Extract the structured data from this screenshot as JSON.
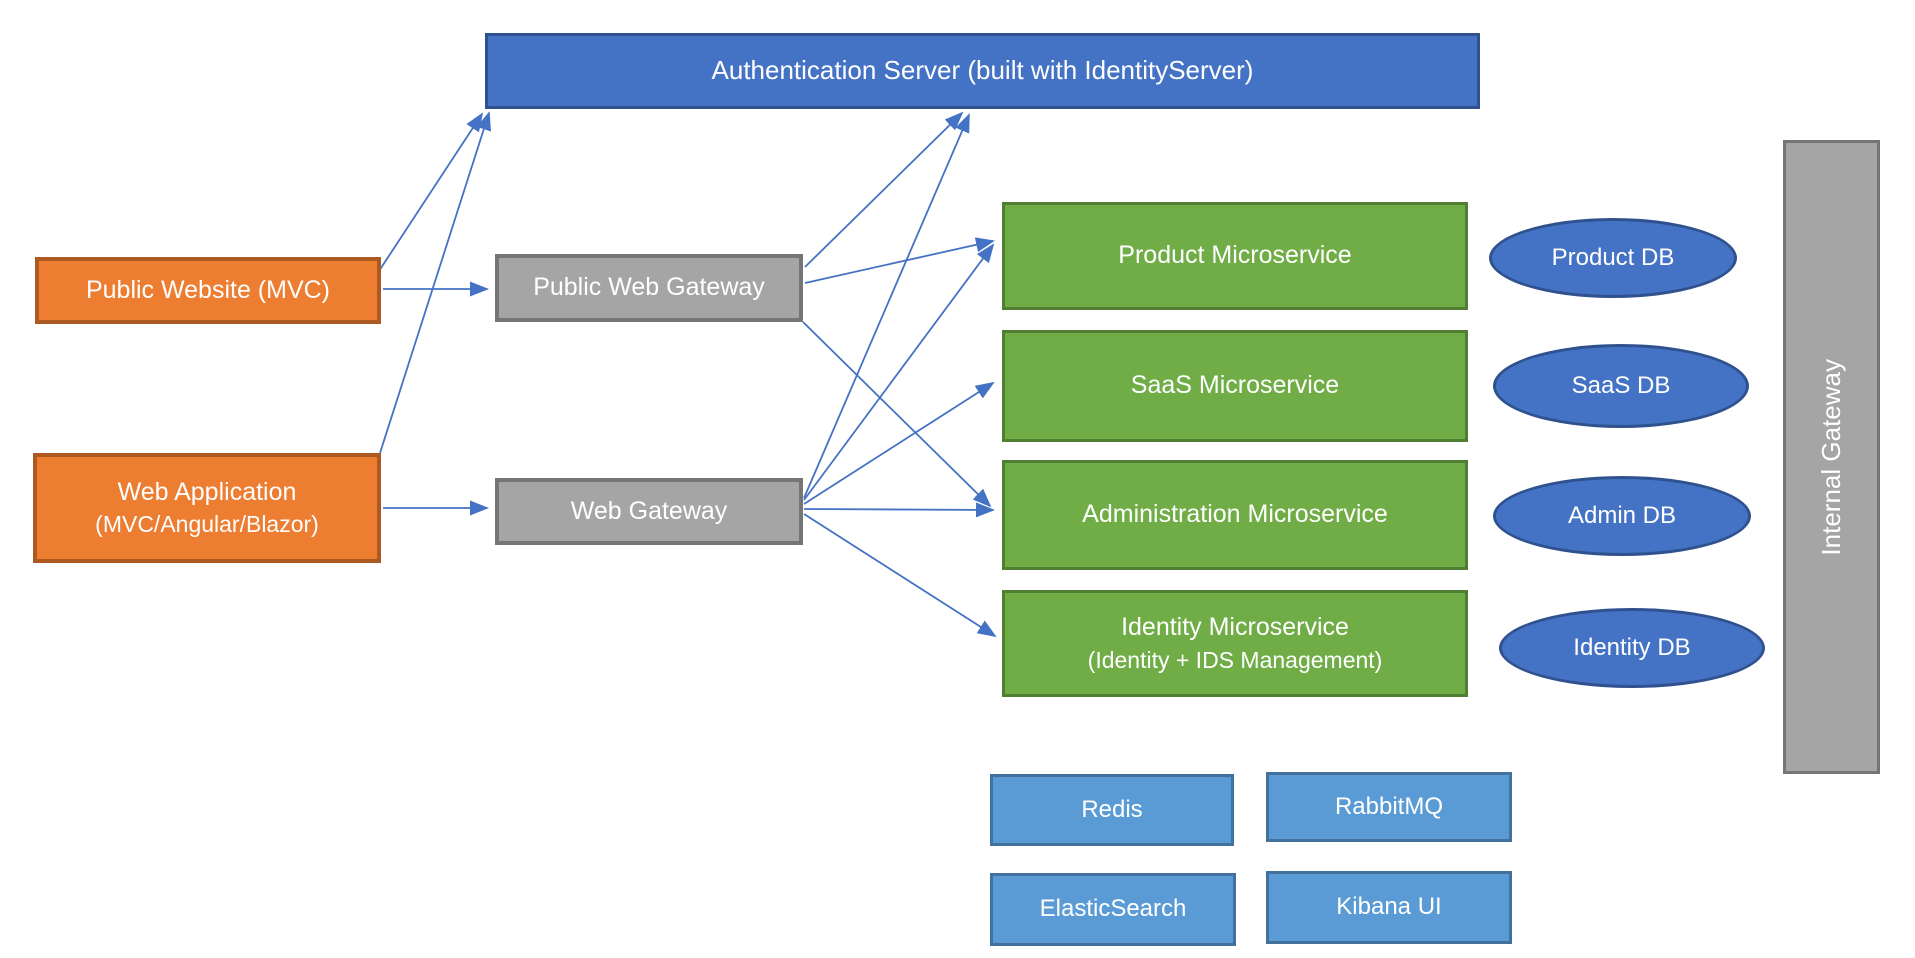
{
  "title": "Microservices architecture diagram",
  "palette": {
    "blue_fill": "#4472C4",
    "blue_border": "#2F528F",
    "orange_fill": "#ED7D31",
    "orange_border": "#AC5A21",
    "gray_fill": "#A5A5A5",
    "gray_border": "#757575",
    "green_fill": "#70AD47",
    "green_border": "#507E32",
    "lightblue_fill": "#5B9BD5",
    "lightblue_border": "#41719C",
    "arrow": "#4472C4",
    "text": "#FFFFFF",
    "background": "#FFFFFF"
  },
  "nodes": [
    {
      "id": "auth-server",
      "shape": "rect",
      "color": "blue",
      "lines": [
        "Authentication Server (built with IdentityServer)"
      ]
    },
    {
      "id": "public-website",
      "shape": "rect",
      "color": "orange",
      "lines": [
        "Public Website (MVC)"
      ]
    },
    {
      "id": "web-application",
      "shape": "rect",
      "color": "orange",
      "lines": [
        "Web Application",
        "(MVC/Angular/Blazor)"
      ]
    },
    {
      "id": "public-web-gateway",
      "shape": "rect",
      "color": "gray",
      "lines": [
        "Public Web Gateway"
      ]
    },
    {
      "id": "web-gateway",
      "shape": "rect",
      "color": "gray",
      "lines": [
        "Web Gateway"
      ]
    },
    {
      "id": "product-microservice",
      "shape": "rect",
      "color": "green",
      "lines": [
        "Product Microservice"
      ]
    },
    {
      "id": "saas-microservice",
      "shape": "rect",
      "color": "green",
      "lines": [
        "SaaS Microservice"
      ]
    },
    {
      "id": "administration-microservice",
      "shape": "rect",
      "color": "green",
      "lines": [
        "Administration Microservice"
      ]
    },
    {
      "id": "identity-microservice",
      "shape": "rect",
      "color": "green",
      "lines": [
        "Identity Microservice",
        "(Identity + IDS Management)"
      ]
    },
    {
      "id": "product-db",
      "shape": "ellipse",
      "color": "blue",
      "lines": [
        "Product DB"
      ]
    },
    {
      "id": "saas-db",
      "shape": "ellipse",
      "color": "blue",
      "lines": [
        "SaaS DB"
      ]
    },
    {
      "id": "admin-db",
      "shape": "ellipse",
      "color": "blue",
      "lines": [
        "Admin DB"
      ]
    },
    {
      "id": "identity-db",
      "shape": "ellipse",
      "color": "blue",
      "lines": [
        "Identity DB"
      ]
    },
    {
      "id": "internal-gateway",
      "shape": "rect-vertical",
      "color": "gray",
      "lines": [
        "Internal Gateway"
      ]
    },
    {
      "id": "redis",
      "shape": "rect",
      "color": "lightblue",
      "lines": [
        "Redis"
      ]
    },
    {
      "id": "rabbitmq",
      "shape": "rect",
      "color": "lightblue",
      "lines": [
        "RabbitMQ"
      ]
    },
    {
      "id": "elasticsearch",
      "shape": "rect",
      "color": "lightblue",
      "lines": [
        "ElasticSearch"
      ]
    },
    {
      "id": "kibana-ui",
      "shape": "rect",
      "color": "lightblue",
      "lines": [
        "Kibana UI"
      ]
    }
  ],
  "edges": [
    {
      "from": "public-website",
      "to": "public-web-gateway"
    },
    {
      "from": "web-application",
      "to": "web-gateway"
    },
    {
      "from": "public-website",
      "to": "auth-server"
    },
    {
      "from": "web-application",
      "to": "auth-server"
    },
    {
      "from": "public-web-gateway",
      "to": "auth-server"
    },
    {
      "from": "web-gateway",
      "to": "auth-server"
    },
    {
      "from": "public-web-gateway",
      "to": "product-microservice"
    },
    {
      "from": "web-gateway",
      "to": "product-microservice"
    },
    {
      "from": "web-gateway",
      "to": "saas-microservice"
    },
    {
      "from": "public-web-gateway",
      "to": "administration-microservice"
    },
    {
      "from": "web-gateway",
      "to": "administration-microservice"
    },
    {
      "from": "web-gateway",
      "to": "identity-microservice"
    }
  ]
}
